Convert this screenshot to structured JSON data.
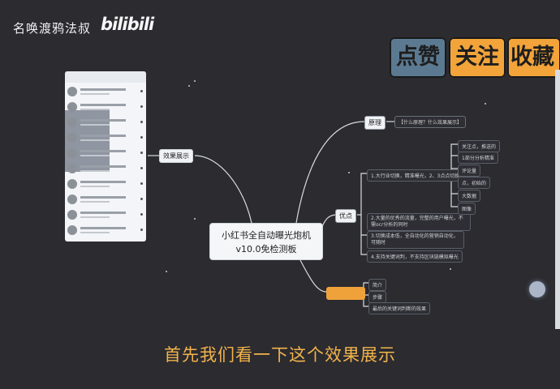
{
  "header": {
    "channel_name": "名唤渡鸦法叔",
    "platform_logo": "bilibili"
  },
  "stamps": {
    "like": "点赞",
    "follow": "关注",
    "favorite": "收藏"
  },
  "mindmap": {
    "center": {
      "line1": "小红书全自动曝光炮机",
      "line2": "v10.0免检测板"
    },
    "effect_node": "效果展示",
    "principle_node": "原理",
    "principle_desc": "【什么原理？什么效果展示】",
    "feature_node": "优点",
    "orange_node": "",
    "feature_children": [
      "1.大行业切换，精准曝光，2、3点点切换",
      "2.大量的优秀的流量，完整的用户曝光，不需ocr分析的同时",
      "3.切换成本低，全自动化的营销自动化，可随时",
      "4.支持关键词判，不支持区块链模拟曝光"
    ],
    "feature_sub": [
      "关注点，推送的",
      "1部分分析精准",
      "评论量",
      "点，初始的",
      "大数据",
      "图像"
    ],
    "orange_children": [
      "简介",
      "步骤",
      "最后的关键词判断的效果"
    ]
  },
  "phone_rows": 10,
  "subtitle": "首先我们看一下这个效果展示",
  "colors": {
    "background": "#2b2b30",
    "accent": "#f0a23a",
    "subtitle": "#f3b34b",
    "stamp_blue": "#5b7a92"
  }
}
